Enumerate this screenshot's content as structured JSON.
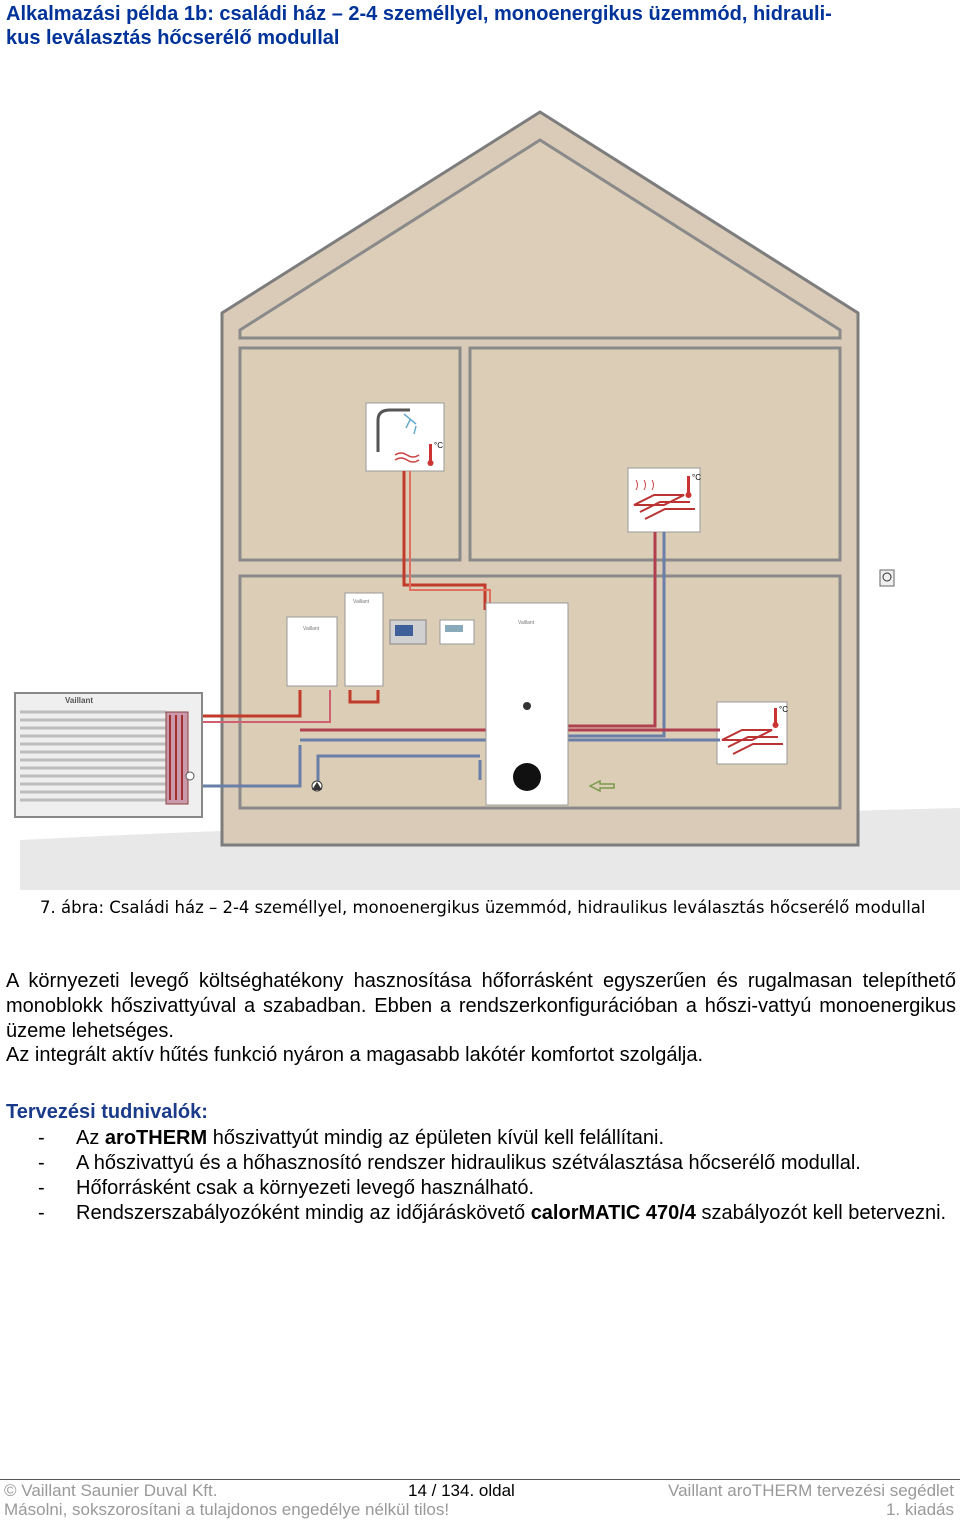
{
  "heading": {
    "line1": "Alkalmazási példa 1b: családi ház – 2-4 személlyel, monoenergikus üzemmód, hidrauli-",
    "line2": "kus leválasztás hőcserélő modullal"
  },
  "figure": {
    "caption": "7. ábra: Családi ház – 2-4 személlyel, monoenergikus üzemmód, hidraulikus leválasztás hőcserélő modullal",
    "unit_label": "°C",
    "brand_label": "Vaillant"
  },
  "body": {
    "p1": "A környezeti levegő költséghatékony hasznosítása hőforrásként egyszerűen és rugalmasan telepíthető monoblokk hőszivattyúval a szabadban. Ebben a rendszerkonfigurációban a hőszi-vattyú monoenergikus üzeme lehetséges.",
    "p2": "Az integrált aktív hűtés funkció nyáron a magasabb lakótér komfortot szolgálja."
  },
  "planning": {
    "title": "Tervezési tudnivalók:",
    "bullets": [
      {
        "dash": "-",
        "pre": "Az ",
        "bold": "aroTHERM",
        "post": " hőszivattyút mindig az épületen kívül kell felállítani."
      },
      {
        "dash": "-",
        "pre": "A hőszivattyú és a hőhasznosító rendszer hidraulikus szétválasztása hőcserélő modullal.",
        "bold": "",
        "post": ""
      },
      {
        "dash": "-",
        "pre": "Hőforrásként csak a környezeti levegő használható.",
        "bold": "",
        "post": ""
      },
      {
        "dash": "-",
        "pre": "Rendszerszabályozóként mindig az időjáráskövető ",
        "bold": "calorMATIC 470/4",
        "post": " szabályozót kell betervezni."
      }
    ]
  },
  "footer": {
    "left1": "© Vaillant Saunier Duval Kft.",
    "center1": "14 / 134. oldal",
    "right1": "Vaillant aroTHERM tervezési segédlet",
    "left2": "Másolni, sokszorosítani a tulajdonos engedélye nélkül tilos!",
    "right2": "1. kiadás"
  }
}
